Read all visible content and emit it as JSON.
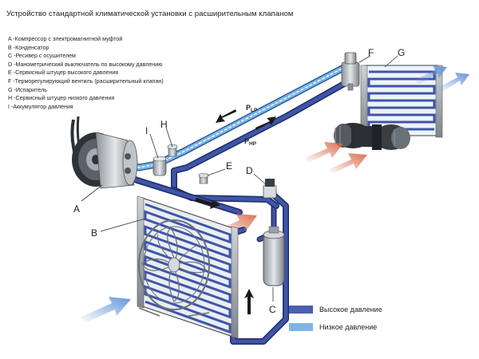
{
  "title": "Устройство стандартной климатической установки с расширительным клапаном",
  "legend_items": [
    "A -Компрессор с электромагнитной муфтой",
    "B -Конденсатор",
    "C -Ресивер с осушителем",
    "D -Манометрический выключатель по высокому давлению",
    "E -Сервисный штуцер высокого давления",
    "F -Терморегулирующий вентиль (расширительный клапан)",
    "G -Испаритель",
    "H -Сервисный штуцер низкого давления",
    "I -Аккумулятор давления"
  ],
  "component_labels": {
    "A": "A",
    "B": "B",
    "C": "C",
    "D": "D",
    "E": "E",
    "F": "F",
    "G": "G",
    "H": "H",
    "I": "I"
  },
  "pressure_labels": {
    "low_main": "P",
    "low_sub": "LP",
    "high_main": "P",
    "high_sub": "HP"
  },
  "key": {
    "high": {
      "label": "Высокое давление",
      "color": "#4a5fb0"
    },
    "low": {
      "label": "Низкое давление",
      "color": "#7db6e6"
    }
  },
  "colors": {
    "high_pipe": "#3f55a8",
    "low_pipe": "#7db6e6",
    "warm_air": "#d9694a",
    "cool_air": "#5c8fd6"
  }
}
